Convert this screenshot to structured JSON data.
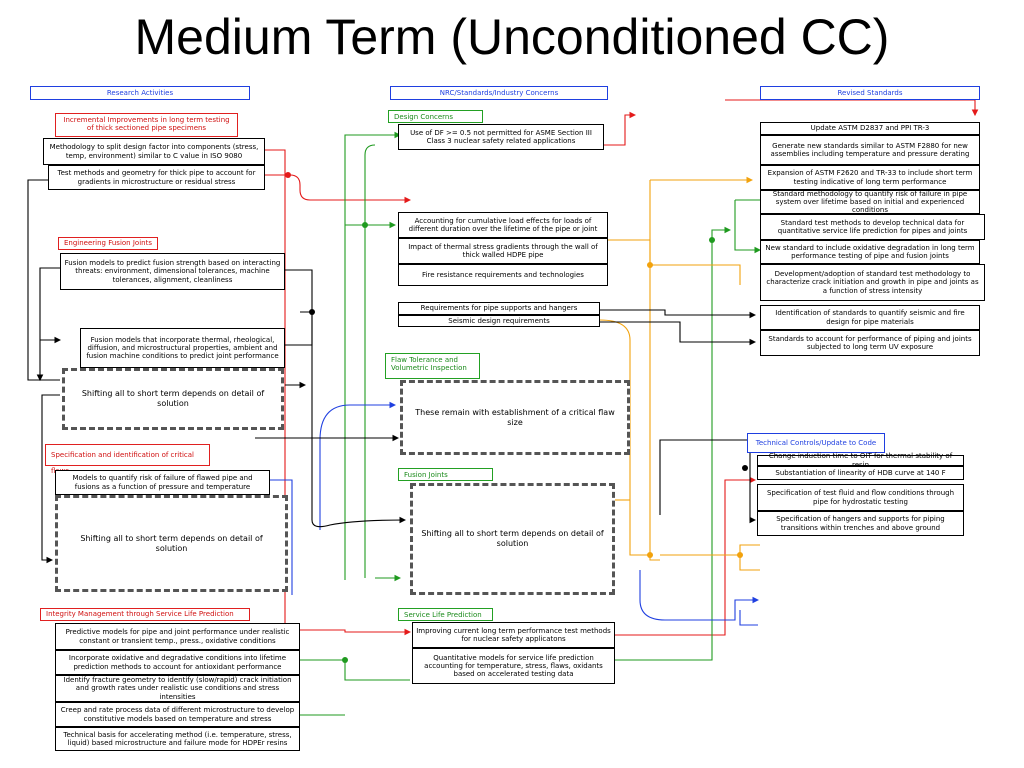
{
  "title": "Medium Term (Unconditioned CC)",
  "headers": {
    "research": "Research Activities",
    "nrc": "NRC/Standards/Industry Concerns",
    "revised": "Revised Standards",
    "technical": "Technical Controls/Update to Code Case"
  },
  "groups": {
    "incremental": "Incremental Improvements in long term testing of thick sectioned pipe specimens",
    "fusion_eng": "Engineering Fusion Joints",
    "spec_flaws": "Specification and identification of critical flaws",
    "integrity": "Integrity Management through Service Life Prediction",
    "design": "Design Concerns",
    "flaw_tol": "Flaw Tolerance and Volumetric Inspection",
    "fusion_joints": "Fusion Joints",
    "service_life": "Service Life Prediction"
  },
  "research_boxes": [
    "Methodology to split design factor into components (stress, temp, environment) similar to C value in ISO 9080",
    "Test methods and geometry for thick pipe to account for gradients in microstructure or residual stress",
    "Fusion models to predict fusion strength based on interacting threats: environment, dimensional tolerances, machine tolerances, alignment, cleanliness",
    "Fusion models that incorporate thermal, rheological, diffusion, and microstructural properties, ambient and fusion machine conditions to predict joint performance",
    "Models to quantify risk of failure of flawed pipe and fusions as a function of pressure and temperature",
    "Predictive models for pipe and joint performance under realistic constant or transient temp., press., oxidative conditions",
    "Incorporate oxidative and degradative conditions into lifetime prediction methods to account for antioxidant performance",
    "Identify fracture geometry to identify (slow/rapid) crack initiation and growth rates under realistic use conditions and stress intensities",
    "Creep and rate process data of different microstructure to develop constitutive models based on temperature and stress",
    "Technical basis for accelerating method (i.e. temperature, stress, liquid) based microstructure and failure mode for HDPEr resins"
  ],
  "dashed": {
    "shift1": "Shifting all to short term depends on detail of solution",
    "shift2": "Shifting all to short term depends on detail of solution",
    "critical": "These remain with establishment of a critical flaw size",
    "shift3": "Shifting all to short term depends on detail of solution"
  },
  "nrc_boxes": [
    "Use of DF >= 0.5 not permitted for ASME Section III Class 3 nuclear safety related applications",
    "Accounting for cumulative load effects for loads of different duration over the lifetime of the pipe or joint",
    "Impact of thermal stress gradients through the wall of thick walled HDPE pipe",
    "Fire resistance requirements and technologies",
    "Requirements for pipe supports and hangers",
    "Seismic design requirements",
    "Improving current long term performance test methods for nuclear safety applicatons",
    "Quantitative models for service life prediction accounting for temperature, stress, flaws, oxidants based on accelerated testing data"
  ],
  "revised_boxes": [
    "Update ASTM D2837 and PPI TR-3",
    "Generate new standards similar to ASTM F2880 for new assemblies including temperature and pressure derating",
    "Expansion of ASTM F2620 and TR-33 to include short term testing indicative of long term performance",
    "Standard methodology to quantify risk of failure in pipe system over lifetime based on initial and experienced conditions",
    "Standard test methods to develop technical data for quantitative service life prediction for pipes and joints",
    "New standard to include oxidative degradation in long term performance testing of pipe and fusion joints",
    "Development/adoption of standard test methodology to characterize crack initiation and growth in pipe and joints as a function of stress intensity",
    "Identification of standards to quantify seismic and fire design for pipe materials",
    "Standards to account for performance of piping and joints subjected to long term UV exposure"
  ],
  "tech_boxes": [
    "Change induction time to OIT for thermal stability of resin",
    "Substantiation of linearity of HDB curve at 140 F",
    "Specification of test fluid and flow conditions through pipe for hydrostatic testing",
    "Specification of hangers and supports for piping transitions within trenches and above ground"
  ],
  "colors": {
    "red": "#e41a1a",
    "green": "#1f9a1f",
    "orange": "#f2a20c",
    "blue": "#1f3fe0",
    "black": "#000000"
  }
}
